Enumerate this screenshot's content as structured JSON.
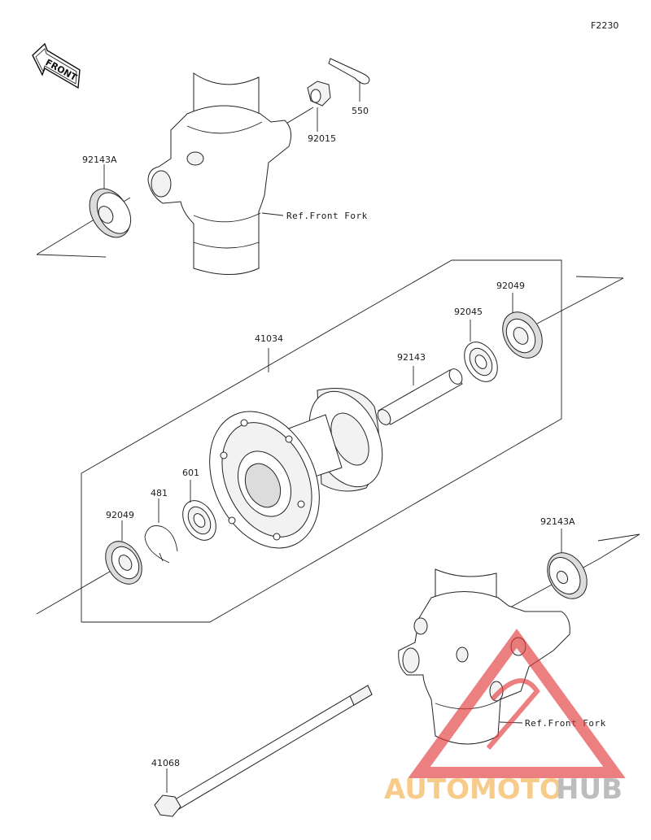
{
  "diagram": {
    "code": "F2230",
    "front_label": "FRONT",
    "labels": {
      "p550": "550",
      "p92015": "92015",
      "p92143a_top": "92143A",
      "ref_fork_top": "Ref.Front Fork",
      "p41034": "41034",
      "p92049_right": "92049",
      "p92045": "92045",
      "p92143": "92143",
      "p601": "601",
      "p481": "481",
      "p92049_left": "92049",
      "p92143a_bottom": "92143A",
      "ref_fork_bottom": "Ref.Front Fork",
      "p41068": "41068"
    }
  },
  "watermark": {
    "part1": "AUTOMOTO",
    "part2": "HUB",
    "color1": "#f3b04b",
    "color2": "#9a9a9a",
    "triangle_color": "#e23b3b"
  }
}
